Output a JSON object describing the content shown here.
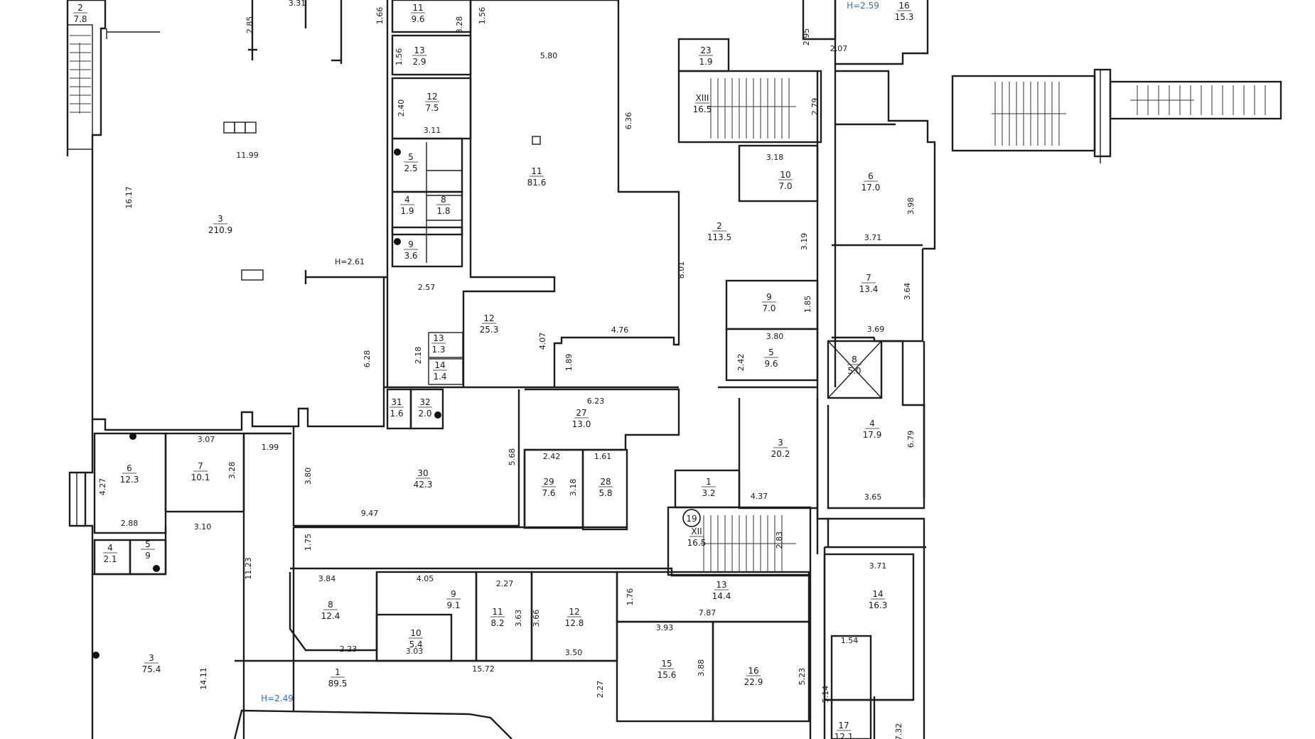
{
  "plan": {
    "rooms": [
      {
        "id": "r-2-top",
        "num": "2",
        "area": "7.8"
      },
      {
        "id": "r-3-main",
        "num": "3",
        "area": "210.9"
      },
      {
        "id": "r-11-top",
        "num": "11",
        "area": "9.6"
      },
      {
        "id": "r-13-top",
        "num": "13",
        "area": "2.9"
      },
      {
        "id": "r-12-small",
        "num": "12",
        "area": "7.5"
      },
      {
        "id": "r-5-wc",
        "num": "5",
        "area": "2.5"
      },
      {
        "id": "r-4-wc",
        "num": "4",
        "area": "1.9"
      },
      {
        "id": "r-8-wc",
        "num": "8",
        "area": "1.8"
      },
      {
        "id": "r-9-wc",
        "num": "9",
        "area": "3.6"
      },
      {
        "id": "r-11-big",
        "num": "11",
        "area": "81.6"
      },
      {
        "id": "r-12-mid",
        "num": "12",
        "area": "25.3"
      },
      {
        "id": "r-13-tiny",
        "num": "13",
        "area": "1.3"
      },
      {
        "id": "r-14-tiny",
        "num": "14",
        "area": "1.4"
      },
      {
        "id": "r-31",
        "num": "31",
        "area": "1.6"
      },
      {
        "id": "r-32",
        "num": "32",
        "area": "2.0"
      },
      {
        "id": "r-30",
        "num": "30",
        "area": "42.3"
      },
      {
        "id": "r-27",
        "num": "27",
        "area": "13.0"
      },
      {
        "id": "r-29",
        "num": "29",
        "area": "7.6"
      },
      {
        "id": "r-28",
        "num": "28",
        "area": "5.8"
      },
      {
        "id": "r-23",
        "num": "23",
        "area": "1.9"
      },
      {
        "id": "r-xiii",
        "num": "XIII",
        "area": "16.5"
      },
      {
        "id": "r-10-right",
        "num": "10",
        "area": "7.0"
      },
      {
        "id": "r-2-hall",
        "num": "2",
        "area": "113.5"
      },
      {
        "id": "r-9-right",
        "num": "9",
        "area": "7.0"
      },
      {
        "id": "r-5-right",
        "num": "5",
        "area": "9.6"
      },
      {
        "id": "r-16-top",
        "num": "16",
        "area": "15.3"
      },
      {
        "id": "r-6-right",
        "num": "6",
        "area": "17.0"
      },
      {
        "id": "r-7-right",
        "num": "7",
        "area": "13.4"
      },
      {
        "id": "r-8-lift",
        "num": "8",
        "area": "5.0"
      },
      {
        "id": "r-4-right",
        "num": "4",
        "area": "17.9"
      },
      {
        "id": "r-3-right",
        "num": "3",
        "area": "20.2"
      },
      {
        "id": "r-1-right",
        "num": "1",
        "area": "3.2"
      },
      {
        "id": "r-xii",
        "num": "XII",
        "area": "16.5"
      },
      {
        "id": "r-6-left",
        "num": "6",
        "area": "12.3"
      },
      {
        "id": "r-7-left",
        "num": "7",
        "area": "10.1"
      },
      {
        "id": "r-4-left",
        "num": "4",
        "area": "2.1"
      },
      {
        "id": "r-5-left",
        "num": "5",
        "area": "9"
      },
      {
        "id": "r-3-left",
        "num": "3",
        "area": "75.4"
      },
      {
        "id": "r-1-corr",
        "num": "1",
        "area": "89.5"
      },
      {
        "id": "r-8-low",
        "num": "8",
        "area": "12.4"
      },
      {
        "id": "r-9-low",
        "num": "9",
        "area": "9.1"
      },
      {
        "id": "r-10-low",
        "num": "10",
        "area": "5.4"
      },
      {
        "id": "r-11-low",
        "num": "11",
        "area": "8.2"
      },
      {
        "id": "r-12-low",
        "num": "12",
        "area": "12.8"
      },
      {
        "id": "r-13-low",
        "num": "13",
        "area": "14.4"
      },
      {
        "id": "r-15-low",
        "num": "15",
        "area": "15.6"
      },
      {
        "id": "r-16-low",
        "num": "16",
        "area": "22.9"
      },
      {
        "id": "r-14-right",
        "num": "14",
        "area": "16.3"
      },
      {
        "id": "r-17-low",
        "num": "17",
        "area": "12.1"
      }
    ],
    "dimensions": [
      "3.31",
      "2.85",
      "1.66",
      "3.28",
      "1.56",
      "5.80",
      "1.56",
      "2.40",
      "3.11",
      "11.99",
      "16.17",
      "H=2.61",
      "6.36",
      "8.01",
      "4.76",
      "2.57",
      "4.07",
      "2.18",
      "6.28",
      "1.89",
      "6.23",
      "5.68",
      "9.47",
      "3.80",
      "2.42",
      "1.61",
      "3.18",
      "2.95",
      "2.07",
      "2.79",
      "3.18",
      "3.98",
      "3.71",
      "3.19",
      "3.64",
      "1.85",
      "3.69",
      "3.80",
      "2.42",
      "6.79",
      "3.65",
      "4.37",
      "2.83",
      "3.07",
      "1.99",
      "4.27",
      "3.28",
      "2.88",
      "3.10",
      "11.23",
      "1.75",
      "3.84",
      "4.05",
      "2.27",
      "3.63",
      "3.66",
      "1.76",
      "7.87",
      "3.71",
      "2.23",
      "3.03",
      "3.50",
      "15.72",
      "3.93",
      "3.88",
      "5.23",
      "1.54",
      "5.14",
      "2.27",
      "14.11",
      "7.32",
      "H=2.49",
      "H=2.59"
    ],
    "stair_marker": "19"
  }
}
